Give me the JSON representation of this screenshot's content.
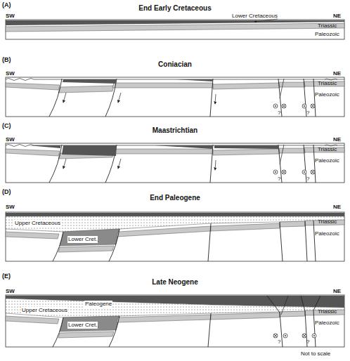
{
  "diagram": {
    "labels": [
      "(A)",
      "End Early Cretaceous",
      "SW",
      "NE",
      "Lower Cretaceous",
      "Triassic",
      "Paleozoic",
      "(B)",
      "Coniacian",
      "SW",
      "NE",
      "Triassic",
      "Paleozoic",
      "?",
      "?",
      "(C)",
      "Maastrichtian",
      "SW",
      "NE",
      "Triassic",
      "Paleozoic",
      "?",
      "?",
      "(D)",
      "End Paleogene",
      "SW",
      "NE",
      "Upper Cretaceous",
      "Lower Cret.",
      "Triassic",
      "Paleozoic",
      "(E)",
      "Late Neogene",
      "SW",
      "NE",
      "Paleogene",
      "Upper Cretaceous",
      "Lower Cret.",
      "Triassic",
      "Paleozoic",
      "?",
      "?",
      "Not to scale"
    ]
  }
}
